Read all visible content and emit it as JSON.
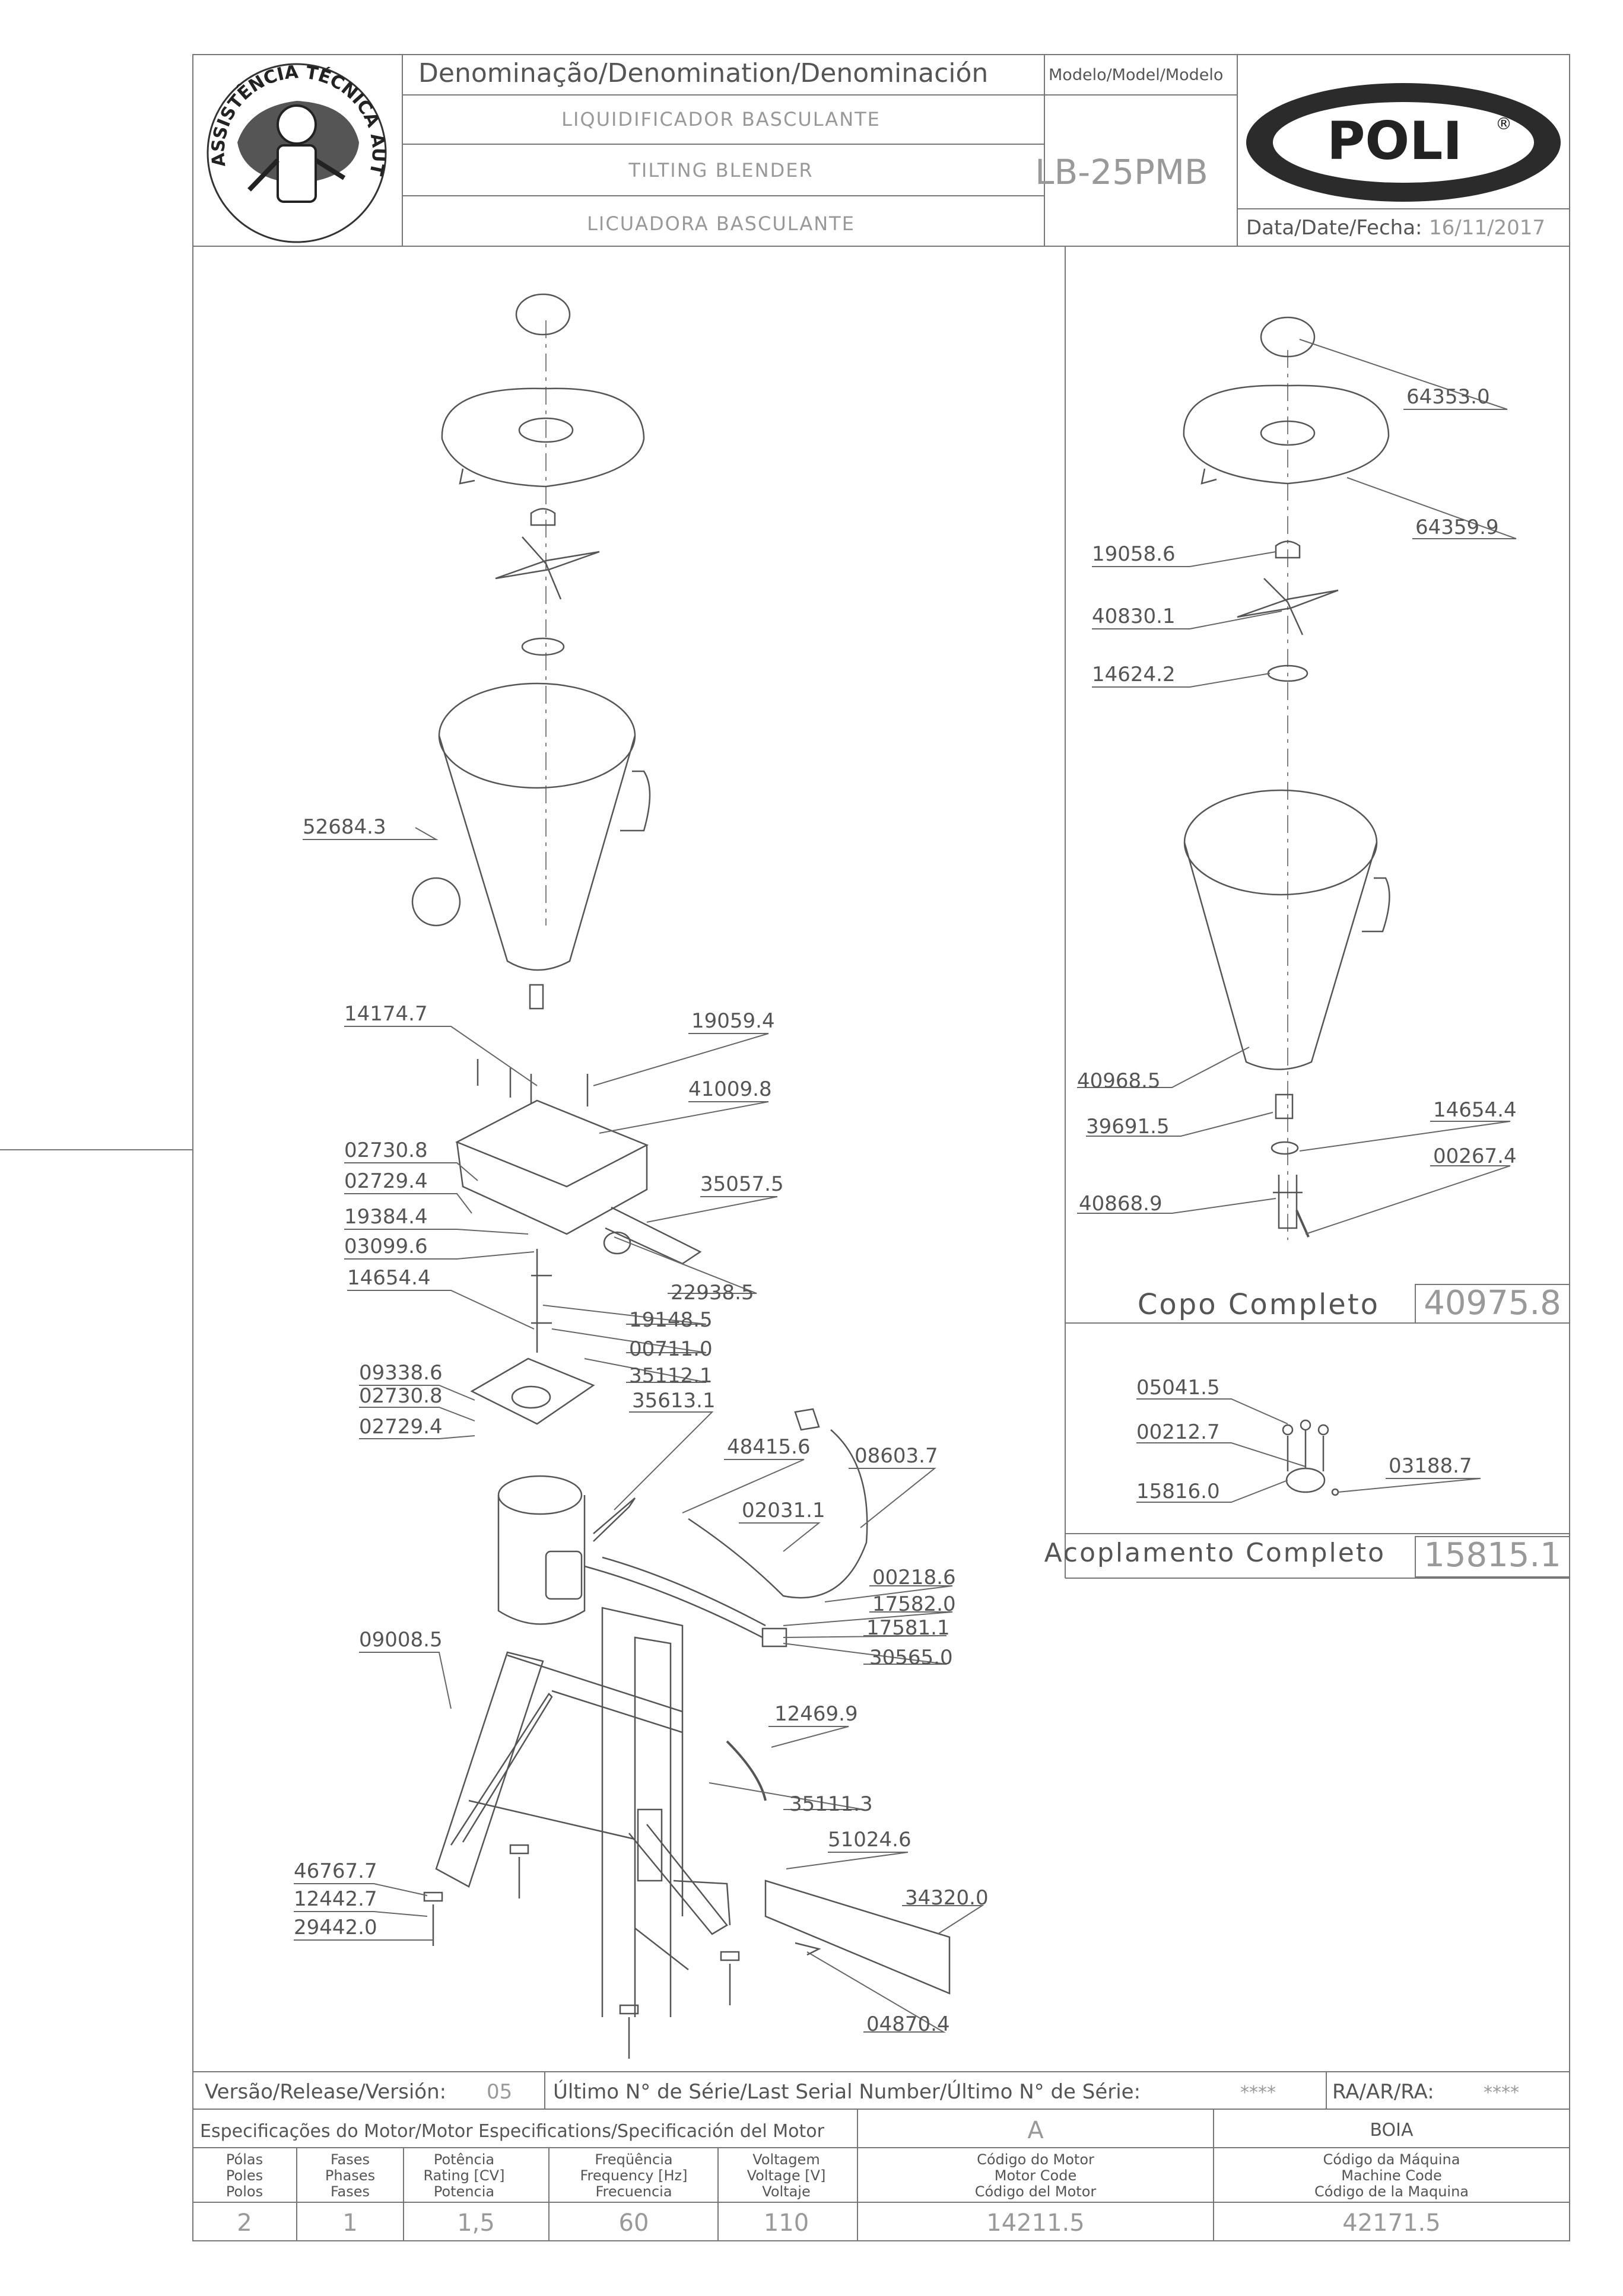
{
  "header": {
    "denomination_title": "Denominação/Denomination/Denominación",
    "model_title": "Modelo/Model/Modelo",
    "name_pt": "LIQUIDIFICADOR BASCULANTE",
    "name_en": "TILTING BLENDER",
    "name_es": "LICUADORA BASCULANTE",
    "model_value": "LB-25PMB",
    "date_label": "Data/Date/Fecha:",
    "date_value": "16/11/2017",
    "brand": "POLI",
    "brand_mark": "®",
    "seal_text_top": "ASSISTÊNCIA TÉCNICA AUTORIZADA"
  },
  "left_parts": [
    "52684.3",
    "14174.7",
    "19059.4",
    "41009.8",
    "02730.8",
    "02729.4",
    "19384.4",
    "03099.6",
    "35057.5",
    "22938.5",
    "14654.4",
    "19148.5",
    "00711.0",
    "09338.6",
    "02730.8",
    "02729.4",
    "35112.1",
    "35613.1",
    "48415.6",
    "08603.7",
    "02031.1",
    "00218.6",
    "17582.0",
    "17581.1",
    "30565.0",
    "09008.5",
    "12469.9",
    "35111.3",
    "51024.6",
    "34320.0",
    "46767.7",
    "12442.7",
    "29442.0",
    "04870.4"
  ],
  "right_parts": [
    "64353.0",
    "64359.9",
    "19058.6",
    "40830.1",
    "14624.2",
    "40968.5",
    "39691.5",
    "14654.4",
    "00267.4",
    "40868.9"
  ],
  "cup_assembly": {
    "label": "Copo Completo",
    "code": "40975.8"
  },
  "coupling_parts": [
    "05041.5",
    "00212.7",
    "03188.7",
    "15816.0"
  ],
  "coupling_assembly": {
    "label": "Acoplamento Completo",
    "code": "15815.1"
  },
  "footer": {
    "release_label": "Versão/Release/Versión:",
    "release_value": "05",
    "serial_label": "Último N° de Série/Last Serial Number/Último N° de Série:",
    "serial_value": "****",
    "ra_label": "RA/AR/RA:",
    "ra_value": "****",
    "motor_spec_label": "Especificações do Motor/Motor Especifications/Specificación del Motor",
    "motor_letter": "A",
    "machine_name": "BOIA",
    "col_poles": [
      "Pólas",
      "Poles",
      "Polos"
    ],
    "col_phases": [
      "Fases",
      "Phases",
      "Fases"
    ],
    "col_power": [
      "Potência",
      "Rating [CV]",
      "Potencia"
    ],
    "col_freq": [
      "Freqüência",
      "Frequency [Hz]",
      "Frecuencia"
    ],
    "col_voltage": [
      "Voltagem",
      "Voltage [V]",
      "Voltaje"
    ],
    "col_motor_code": [
      "Código do Motor",
      "Motor Code",
      "Código del Motor"
    ],
    "col_machine_code": [
      "Código da Máquina",
      "Machine Code",
      "Código de la Maquina"
    ],
    "poles": "2",
    "phases": "1",
    "power": "1,5",
    "frequency": "60",
    "voltage": "110",
    "motor_code": "14211.5",
    "machine_code": "42171.5"
  }
}
